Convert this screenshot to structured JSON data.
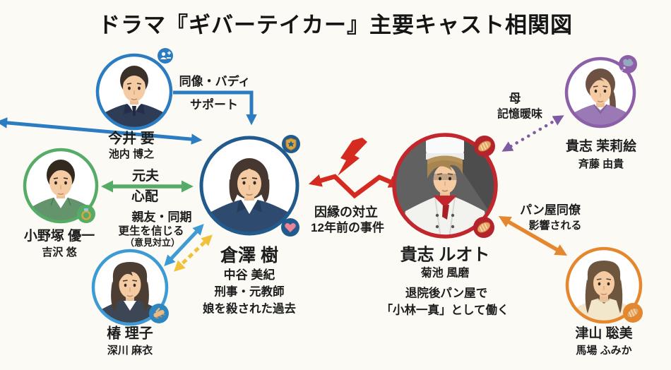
{
  "title": "ドラマ『ギバーテイカー』主要キャスト相関図",
  "nodes": {
    "imai": {
      "name": "今井 要",
      "actor": "池内 博之"
    },
    "kurasawa": {
      "name": "倉澤 樹",
      "actor": "中谷 美紀",
      "note1": "刑事・元教師",
      "note2": "娘を殺された過去"
    },
    "onozuka": {
      "name": "小野塚 優一",
      "actor": "吉沢 悠"
    },
    "tsubaki": {
      "name": "椿 理子",
      "actor": "深川 麻衣"
    },
    "ruoto": {
      "name": "貴志 ルオト",
      "actor": "菊池 風磨",
      "note1": "退院後パン屋で",
      "note2": "「小林一真」として働く"
    },
    "marie": {
      "name": "貴志 茉莉絵",
      "actor": "斉藤 由貴"
    },
    "tsuyama": {
      "name": "津山 聡美",
      "actor": "馬場 ふみか"
    }
  },
  "relations": {
    "imai_kurasawa": {
      "line1": "同像・バディ",
      "line2": "サポート"
    },
    "onozuka_kurasawa": {
      "line1": "元夫",
      "line2": "心配"
    },
    "tsubaki_kurasawa": {
      "line1": "親友・同期",
      "line2": "更生を信じる",
      "line3": "（意見対立）"
    },
    "kurasawa_ruoto": {
      "line1": "因縁の対立",
      "line2": "12年前の事件"
    },
    "ruoto_marie": {
      "line1": "母",
      "line2": "記憶暖味"
    },
    "ruoto_tsuyama": {
      "line1": "パン屋同僚",
      "line2": "影響される"
    }
  },
  "icons": {
    "imai_badge": "person-plus",
    "kurasawa_badge_top": "police-shield-star",
    "kurasawa_badge_bottom": "heart",
    "onozuka_badge": "ring",
    "tsubaki_badge": "handshake",
    "ruoto_badge_top": "bread",
    "ruoto_badge_bottom": "bread",
    "marie_badge": "thought-cloud",
    "tsuyama_badge": "bread",
    "conflict_icon": "lightning-bolt"
  },
  "palette": {
    "imai": "#2b7cc0",
    "kurasawa": "#215a8c",
    "onozuka": "#56ab67",
    "tsubaki": "#3d9ad3",
    "ruoto": "#c1272d",
    "marie": "#8d5fa8",
    "tsuyama": "#e5872e",
    "conflict": "#d42a20",
    "yellow": "#f0c23a",
    "background": "#fbfaf5",
    "text": "#1d1d1d"
  }
}
